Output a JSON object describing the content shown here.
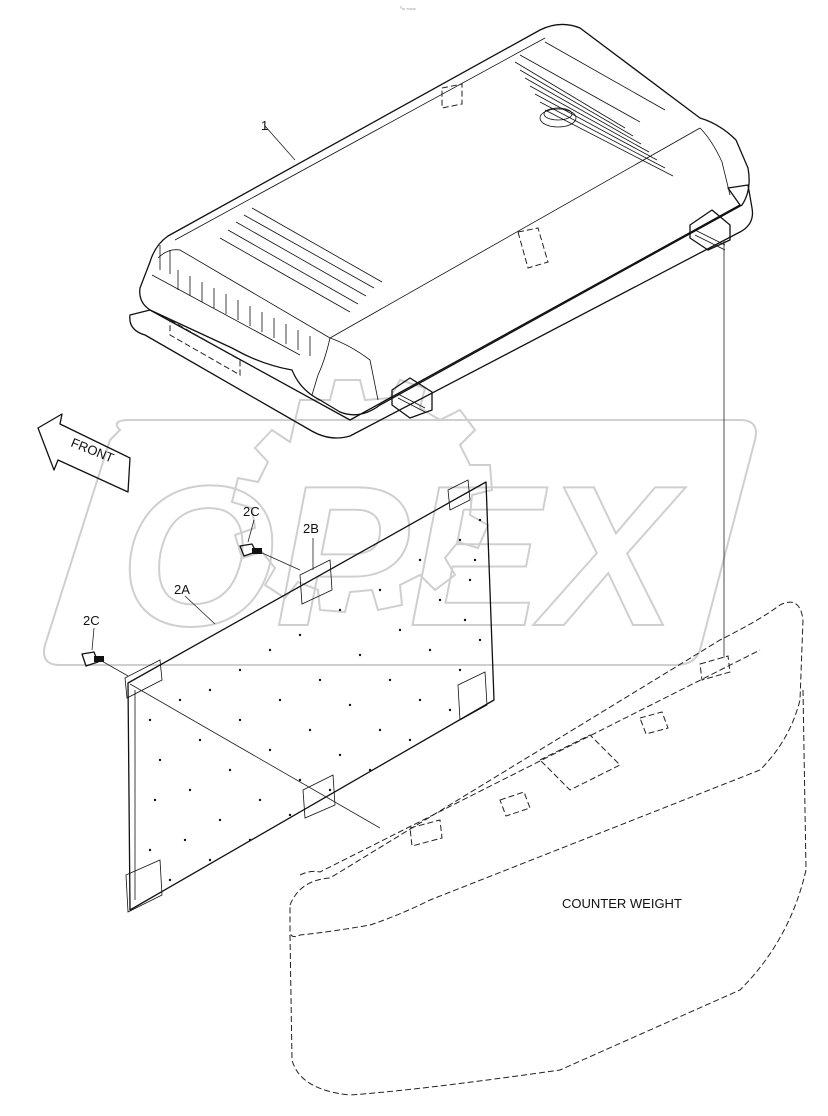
{
  "watermark": {
    "text": "OPEX"
  },
  "arrow": {
    "label": "FRONT"
  },
  "labels": {
    "part_1": "1",
    "part_2a": "2A",
    "part_2b": "2B",
    "part_2c_upper": "2C",
    "part_2c_lower": "2C",
    "counter_weight": "COUNTER WEIGHT"
  },
  "corner_code": "⁰ₘ ₘₘₘ"
}
